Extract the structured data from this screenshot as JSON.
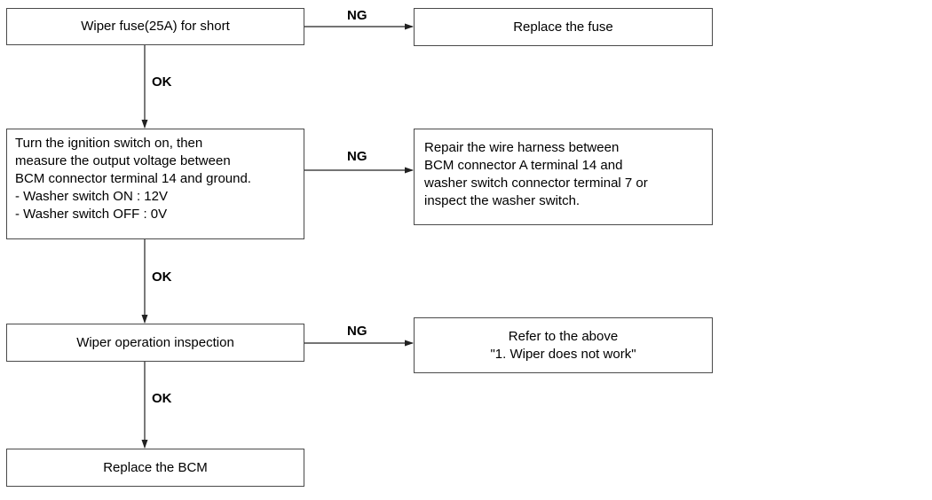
{
  "steps": {
    "fuse_check": "Wiper fuse(25A) for short",
    "voltage_check": [
      "Turn the ignition switch on, then",
      "measure the output voltage between",
      "BCM connector terminal 14 and ground.",
      "- Washer switch ON : 12V",
      "- Washer switch OFF : 0V"
    ],
    "operation_inspection": "Wiper operation inspection",
    "replace_bcm": "Replace the BCM"
  },
  "remedies": {
    "replace_fuse": "Replace the fuse",
    "repair_harness": [
      "Repair the wire harness between",
      "BCM connector A terminal 14 and",
      "washer switch connector terminal 7 or",
      "inspect the washer switch."
    ],
    "refer_above": [
      "Refer to the above",
      "\"1. Wiper does not work\""
    ]
  },
  "labels": {
    "ng": "NG",
    "ok": "OK"
  }
}
